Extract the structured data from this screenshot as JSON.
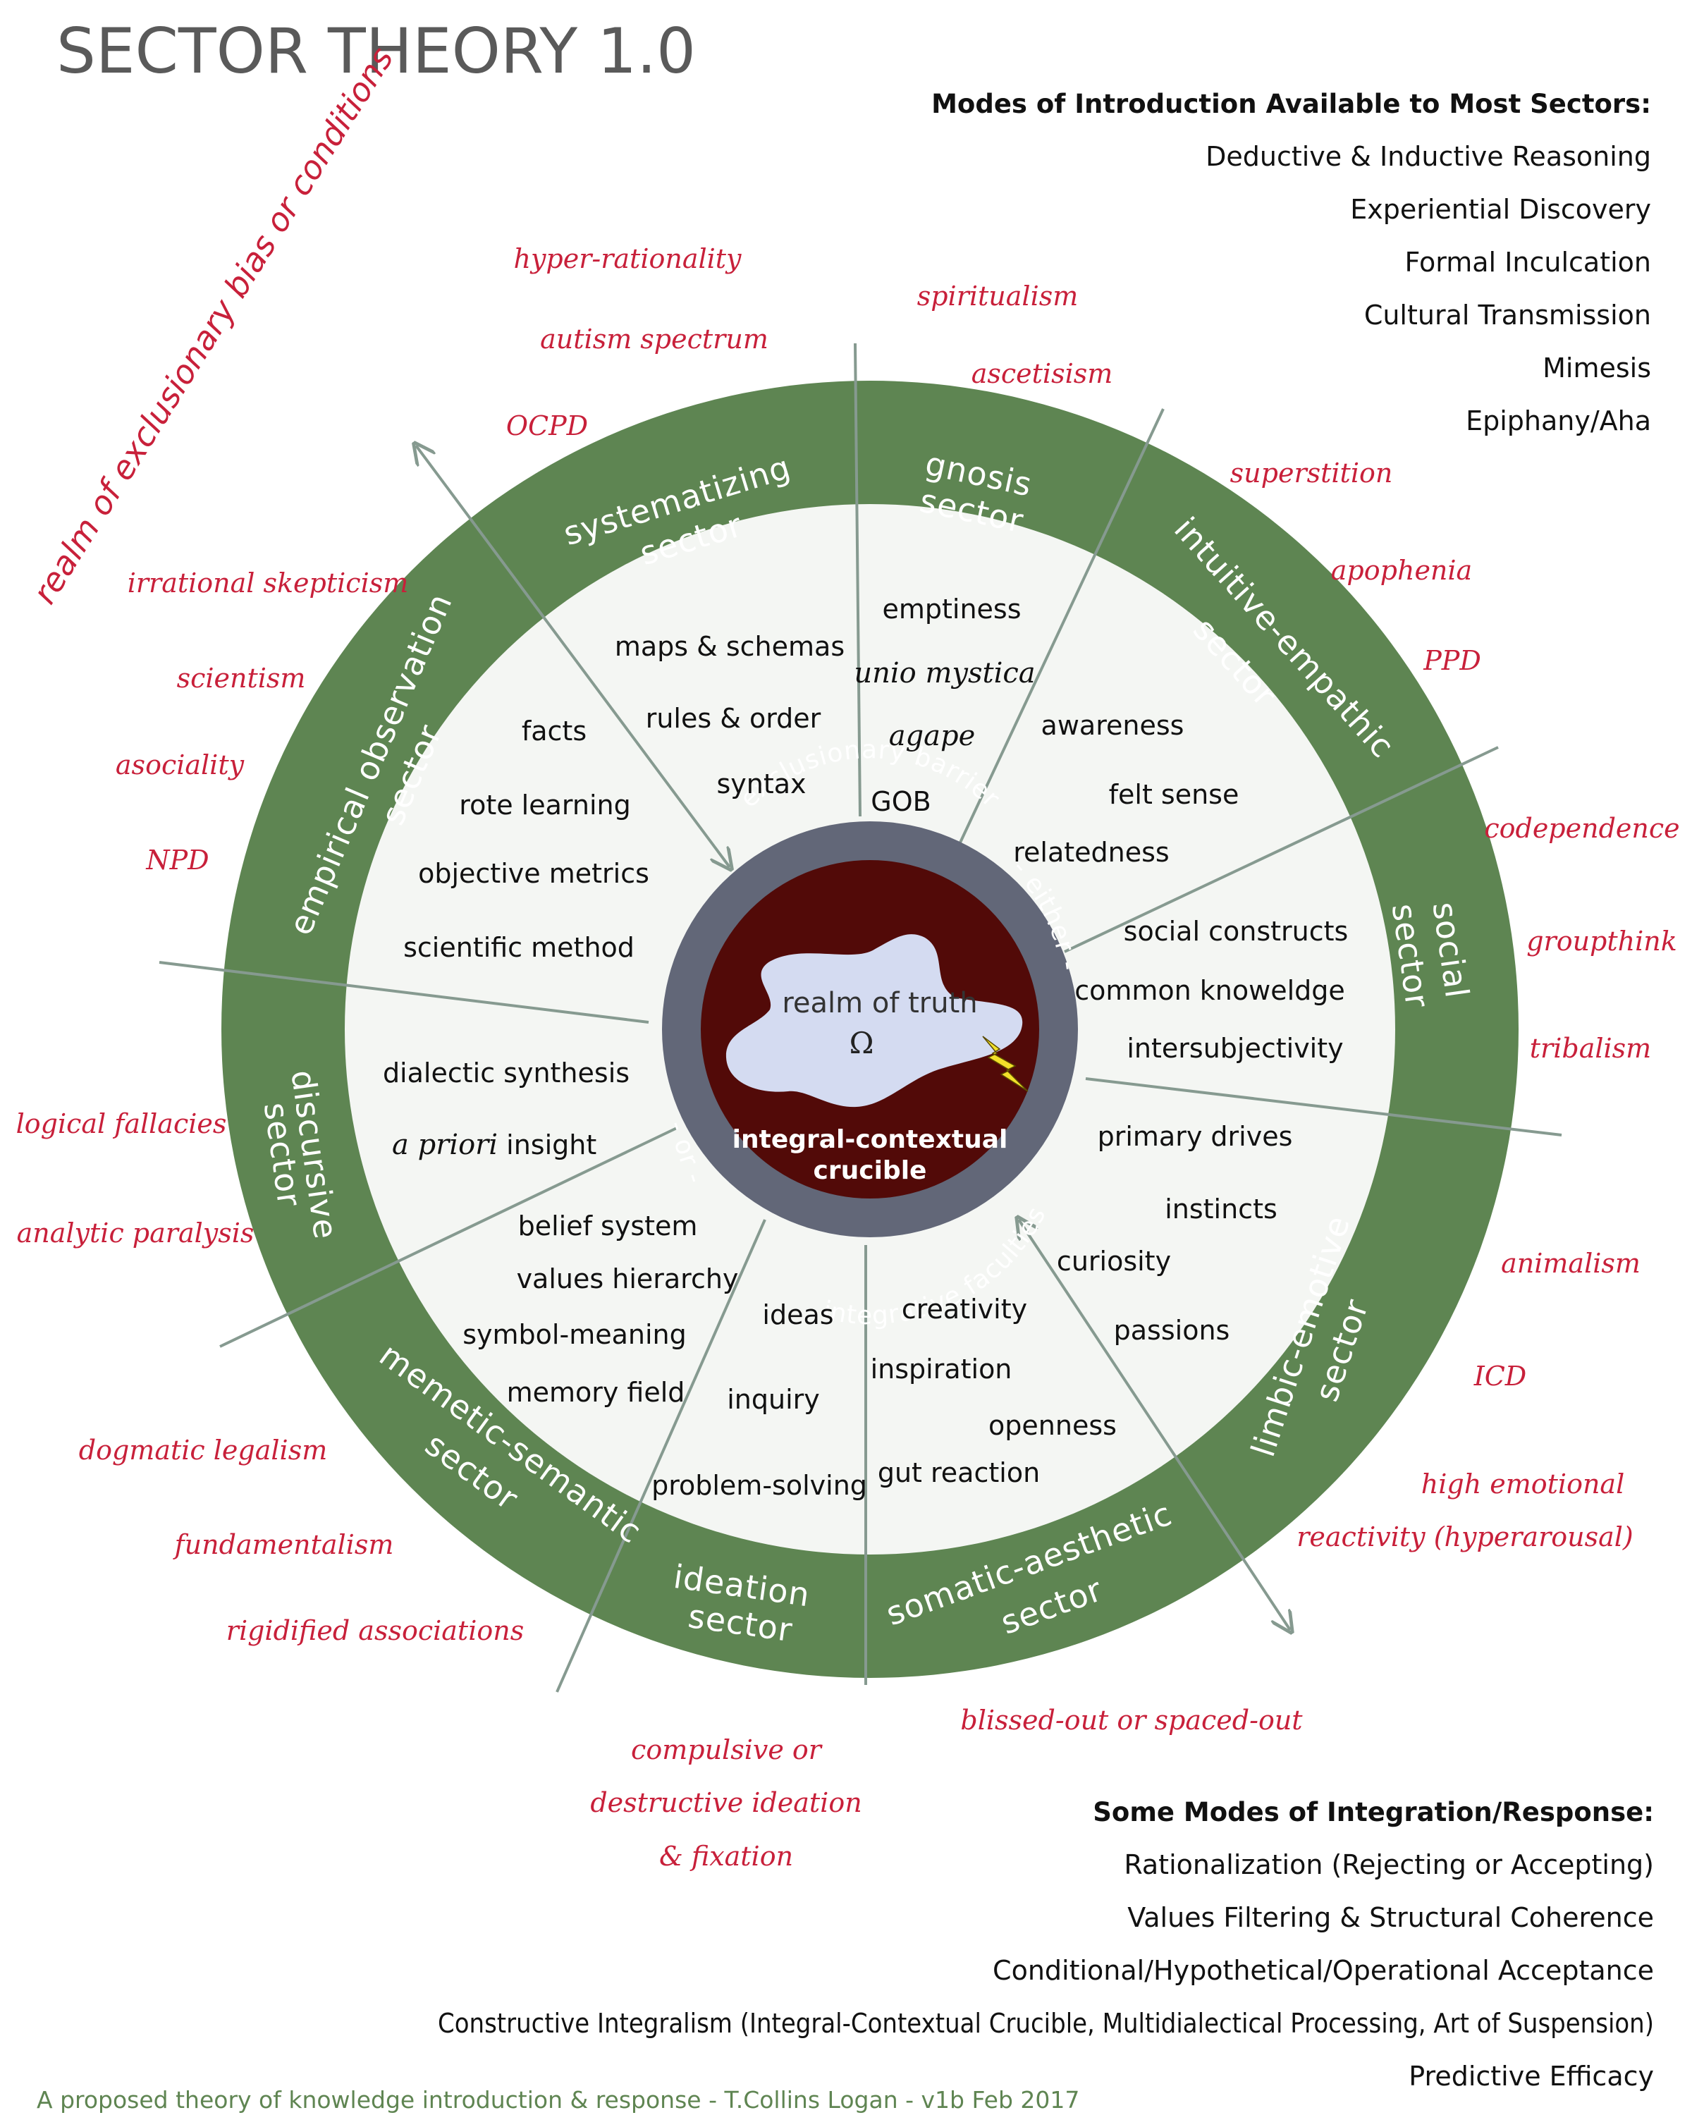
{
  "title": "SECTOR THEORY 1.0",
  "realm_label": "realm of exclusionary bias or conditions",
  "intro_panel": {
    "heading": "Modes of Introduction Available to Most Sectors:",
    "items": [
      "Deductive & Inductive Reasoning",
      "Experiential Discovery",
      "Formal Inculcation",
      "Cultural Transmission",
      "Mimesis",
      "Epiphany/Aha"
    ]
  },
  "integration_panel": {
    "heading": "Some Modes of Integration/Response:",
    "items": [
      "Rationalization (Rejecting or Accepting)",
      "Values Filtering & Structural Coherence",
      "Conditional/Hypothetical/Operational Acceptance",
      "Constructive Integralism (Integral-Contextual Crucible, Multidialectical Processing, Art of Suspension)",
      "Predictive Efficacy"
    ]
  },
  "footer": "A proposed theory of knowledge introduction & response - T.Collins Logan - v1b Feb 2017",
  "core": {
    "realm_of_truth": "realm of truth",
    "omega": "Ω",
    "crucible_line1": "integral-contextual",
    "crucible_line2": "crucible",
    "ring_top": "exclusionary barrier",
    "ring_right": "- either -",
    "ring_left": "- or -",
    "ring_bottom": "integrative faculties"
  },
  "sectors": [
    {
      "name_line1": "systematizing",
      "name_line2": "sector",
      "items": [
        "maps & schemas",
        "rules & order",
        "syntax"
      ],
      "biases": [
        "hyper-rationality",
        "autism spectrum",
        "OCPD"
      ]
    },
    {
      "name_line1": "gnosis",
      "name_line2": "sector",
      "items": [
        "emptiness",
        "unio mystica",
        "agape",
        "GOB"
      ],
      "biases": [
        "spiritualism",
        "ascetisism"
      ]
    },
    {
      "name_line1": "intuitive-empathic",
      "name_line2": "sector",
      "items": [
        "awareness",
        "felt sense",
        "relatedness"
      ],
      "biases": [
        "superstition",
        "apophenia",
        "PPD"
      ]
    },
    {
      "name_line1": "social",
      "name_line2": "sector",
      "items": [
        "social constructs",
        "common knoweldge",
        "intersubjectivity"
      ],
      "biases": [
        "codependence",
        "groupthink",
        "tribalism"
      ]
    },
    {
      "name_line1": "limbic-emotive",
      "name_line2": "sector",
      "items": [
        "primary drives",
        "instincts",
        "curiosity",
        "passions"
      ],
      "biases": [
        "animalism",
        "ICD",
        "high emotional",
        "reactivity (hyperarousal)"
      ]
    },
    {
      "name_line1": "somatic-aesthetic",
      "name_line2": "sector",
      "items": [
        "creativity",
        "inspiration",
        "openness",
        "gut reaction"
      ],
      "biases": [
        "blissed-out or spaced-out"
      ]
    },
    {
      "name_line1": "ideation",
      "name_line2": "sector",
      "items": [
        "ideas",
        "inquiry",
        "problem-solving"
      ],
      "biases": [
        "compulsive or",
        "destructive ideation",
        "& fixation"
      ]
    },
    {
      "name_line1": "memetic-semantic",
      "name_line2": "sector",
      "items": [
        "belief system",
        "values hierarchy",
        "symbol-meaning",
        "memory field"
      ],
      "biases": [
        "dogmatic legalism",
        "fundamentalism",
        "rigidified associations"
      ]
    },
    {
      "name_line1": "discursive",
      "name_line2": "sector",
      "items": [
        "dialectic synthesis",
        "a priori",
        " insight"
      ],
      "biases": [
        "logical fallacies",
        "analytic paralysis"
      ]
    },
    {
      "name_line1": "empirical observation",
      "name_line2": "sector",
      "items": [
        "facts",
        "rote learning",
        "objective metrics",
        "scientific method"
      ],
      "biases": [
        "irrational skepticism",
        "scientism",
        "asociality",
        "NPD"
      ]
    }
  ]
}
